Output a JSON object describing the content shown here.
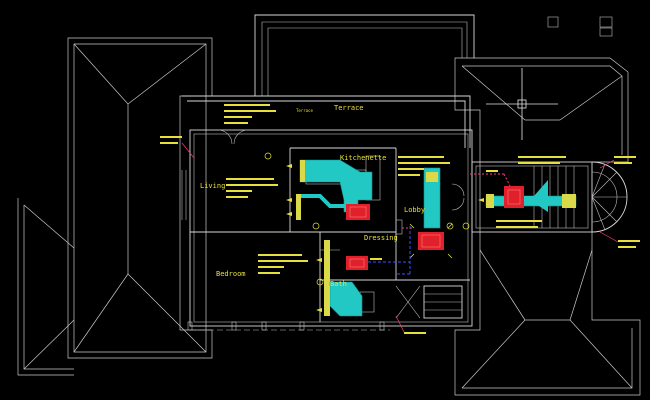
{
  "drawing": {
    "colors": {
      "background": "#000000",
      "wall": "#d8d8d8",
      "text": "#e8e03a",
      "duct": "#22c9c4",
      "duct_dark": "#168f8c",
      "coil": "#d9d94a",
      "unit": "#e0202a",
      "pipe": "#3a4cff",
      "pipe_dash": "#ff3a7a"
    },
    "rooms": {
      "terrace": "Terrace",
      "kitchenette": "Kitchenette",
      "living": "Living",
      "lobby": "Lobby",
      "dressing": "Dressing",
      "bedroom": "Bedroom",
      "bath": "Bath"
    },
    "top_tag": "Terrace"
  }
}
